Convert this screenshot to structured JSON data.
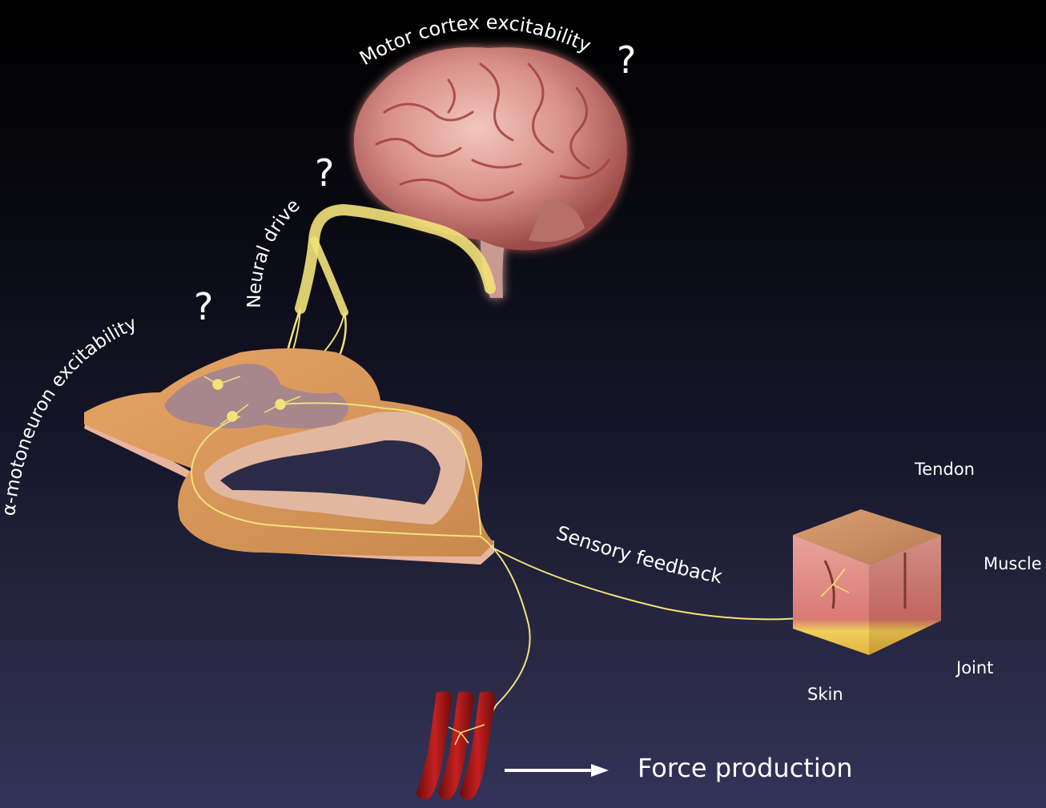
{
  "labels": {
    "motor_cortex": "Motor cortex excitability",
    "neural_drive": "Neural drive",
    "alpha_motoneuron": "α-motoneuron excitability",
    "sensory_feedback": "Sensory feedback",
    "tendon": "Tendon",
    "muscle": "Muscle",
    "joint": "Joint",
    "skin": "Skin",
    "force_production": "Force production",
    "question_mark": "?"
  },
  "colors": {
    "nerve": "#f2e27a",
    "spinal_cord": "#e2a76a",
    "grey_matter": "#a8868c",
    "brain": "#d98f8a",
    "muscle_fiber": "#b01818",
    "arrow": "#ffffff"
  },
  "icons": [
    "brain-illustration",
    "spinal-cord-section",
    "skin-tissue-block",
    "muscle-fibers",
    "right-arrow-icon"
  ]
}
